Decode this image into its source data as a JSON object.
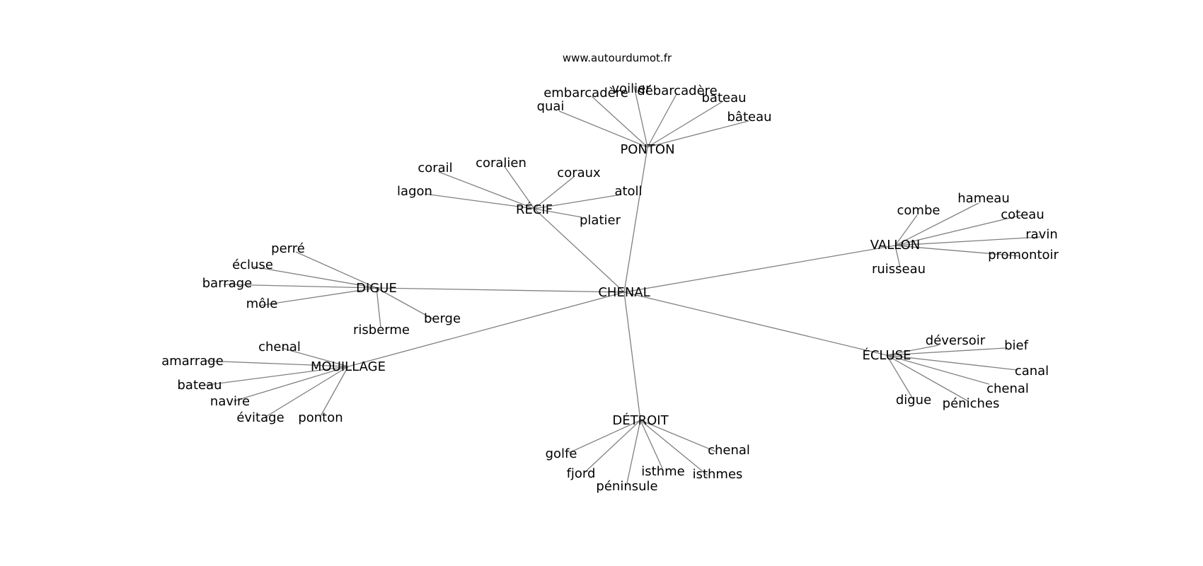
{
  "source": "www.autourdumot.fr",
  "center": "CHENAL",
  "clusters": [
    {
      "hub": "PONTON",
      "words": [
        "quai",
        "embarcadère",
        "voilier",
        "débarcadère",
        "bateau",
        "bâteau"
      ]
    },
    {
      "hub": "RÉCIF",
      "words": [
        "corail",
        "coralien",
        "coraux",
        "atoll",
        "lagon",
        "platier"
      ]
    },
    {
      "hub": "VALLON",
      "words": [
        "combe",
        "hameau",
        "coteau",
        "ravin",
        "promontoir",
        "ruisseau"
      ]
    },
    {
      "hub": "DIGUE",
      "words": [
        "perré",
        "écluse",
        "barrage",
        "môle",
        "risberme",
        "berge"
      ]
    },
    {
      "hub": "MOUILLAGE",
      "words": [
        "chenal",
        "amarrage",
        "bateau",
        "navire",
        "évitage",
        "ponton"
      ]
    },
    {
      "hub": "ÉCLUSE",
      "words": [
        "déversoir",
        "bief",
        "canal",
        "chenal",
        "péniches",
        "digue"
      ]
    },
    {
      "hub": "DÉTROIT",
      "words": [
        "golfe",
        "fjord",
        "péninsule",
        "isthme",
        "isthmes",
        "chenal"
      ]
    }
  ]
}
